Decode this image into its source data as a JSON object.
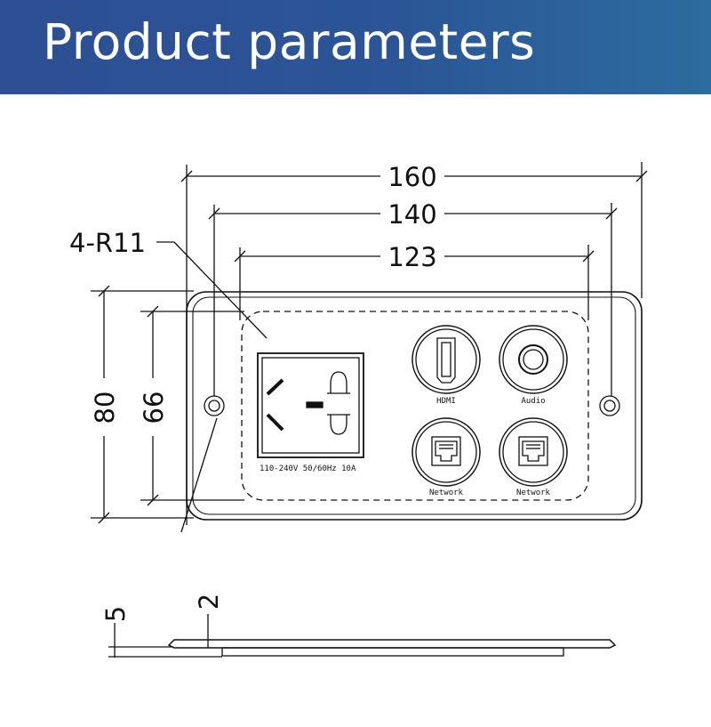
{
  "header": {
    "title": "Product parameters"
  },
  "dimensions": {
    "overall_length": "160",
    "hole_spacing": "140",
    "insert_length": "123",
    "corner_radius": "4-R11",
    "overall_height": "80",
    "insert_height": "66",
    "total_thickness": "5",
    "panel_thickness": "2"
  },
  "panel": {
    "socket_rating": "110-240V 50/60Hz 10A",
    "ports": [
      "HDMI",
      "Audio",
      "Network",
      "Network"
    ]
  }
}
